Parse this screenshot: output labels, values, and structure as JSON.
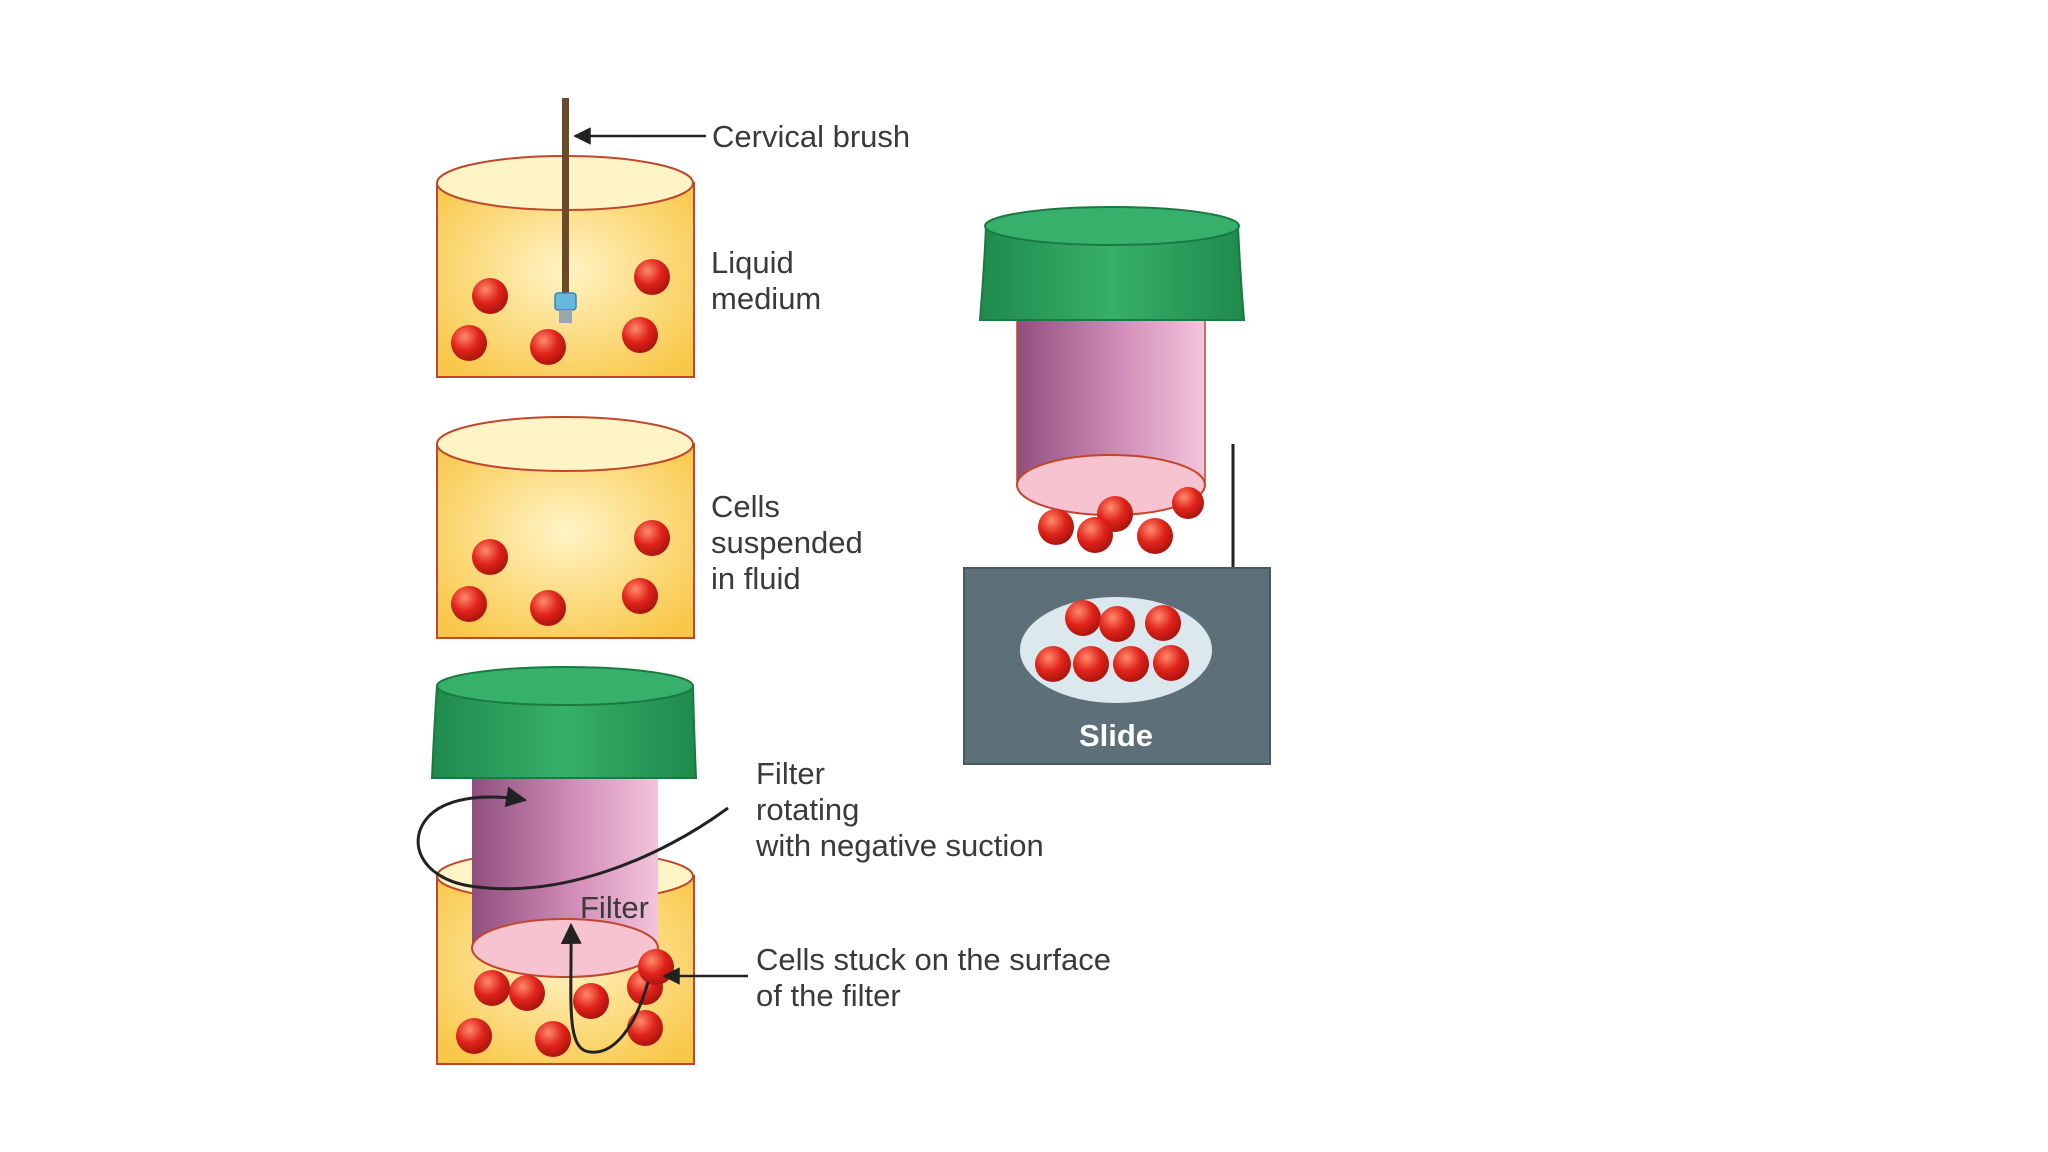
{
  "labels": {
    "cervical_brush": "Cervical brush",
    "liquid_medium": [
      "Liquid",
      "medium"
    ],
    "cells_suspended": [
      "Cells",
      "suspended",
      "in fluid"
    ],
    "filter_rotating": [
      "Filter",
      "rotating",
      "with negative suction"
    ],
    "filter": "Filter",
    "cells_stuck": [
      "Cells stuck on the surface",
      "of the filter"
    ],
    "slide": "Slide"
  },
  "colors": {
    "fluid": "#fbd15a",
    "fluid_light": "#fff3bf",
    "cell": "#e2261b",
    "cap": "#2fa15d",
    "filter_tube": "#c27fa6",
    "slide": "#5d6f79",
    "brush": "#6b4a2b",
    "brush_tip": "#6ab7de"
  }
}
